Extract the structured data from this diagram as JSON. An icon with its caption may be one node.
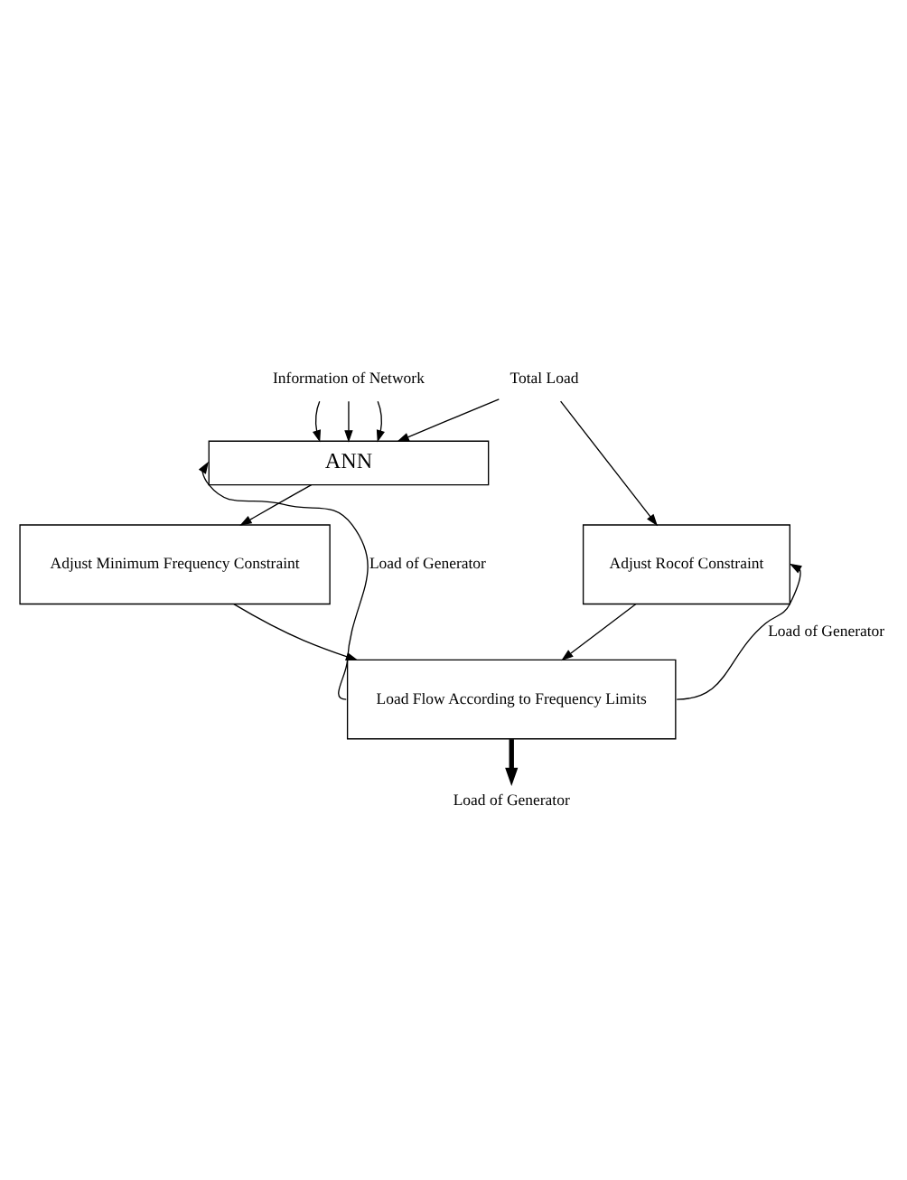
{
  "diagram": {
    "nodes": [
      {
        "text": [
          "Information of Network"
        ]
      },
      {
        "text": [
          "Total Load"
        ]
      },
      {
        "text": [
          "ANN"
        ]
      },
      {
        "text": [
          "Adjust Minimum Frequency Constraint"
        ]
      },
      {
        "text": [
          "Adjust Rocof Constraint"
        ]
      },
      {
        "text": [
          "Load Flow According to Frequency Limits"
        ]
      },
      {
        "text": [
          "Load of Generator"
        ]
      }
    ],
    "edges": [
      {
        "from": 0,
        "to": 2,
        "arrow": "to"
      },
      {
        "from": 0,
        "to": 2,
        "arrow": "to"
      },
      {
        "from": 0,
        "to": 2,
        "arrow": "to"
      },
      {
        "from": 5,
        "to": 2,
        "arrow": "to",
        "label": "Load of Generator"
      },
      {
        "from": 1,
        "to": 2,
        "arrow": "to"
      },
      {
        "from": 1,
        "to": 4,
        "arrow": "to"
      },
      {
        "from": 5,
        "to": 4,
        "arrow": "to",
        "label": "Load of Generator"
      },
      {
        "from": 2,
        "to": 3,
        "arrow": "to"
      },
      {
        "from": 3,
        "to": 5,
        "arrow": "to"
      },
      {
        "from": 4,
        "to": 5,
        "arrow": "to"
      },
      {
        "from": 5,
        "to": 6,
        "arrow": "to",
        "style": "thick"
      }
    ]
  }
}
